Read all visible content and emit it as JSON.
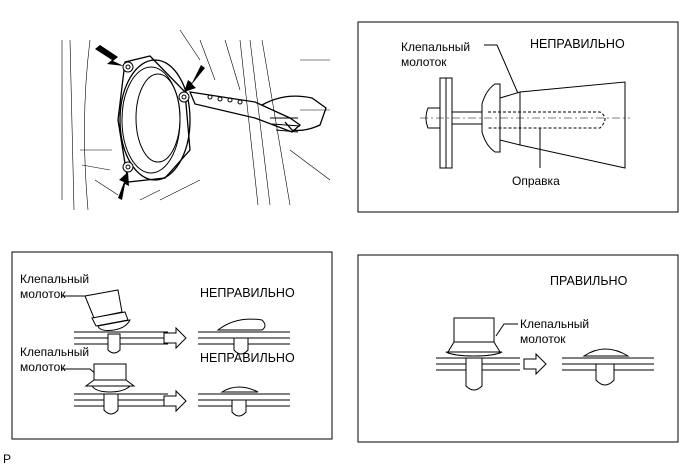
{
  "footer": {
    "code": "P"
  },
  "panel_top_right": {
    "riveter_label": "Клепальный\nмолоток",
    "status": "НЕПРАВИЛЬНО",
    "mandrel_label": "Оправка"
  },
  "panel_bottom_left": {
    "riveter_label_1": "Клепальный\nмолоток",
    "status_1": "НЕПРАВИЛЬНО",
    "riveter_label_2": "Клепальный\nмолоток",
    "status_2": "НЕПРАВИЛЬНО"
  },
  "panel_bottom_right": {
    "status": "ПРАВИЛЬНО",
    "riveter_label": "Клепальный\nмолоток"
  }
}
